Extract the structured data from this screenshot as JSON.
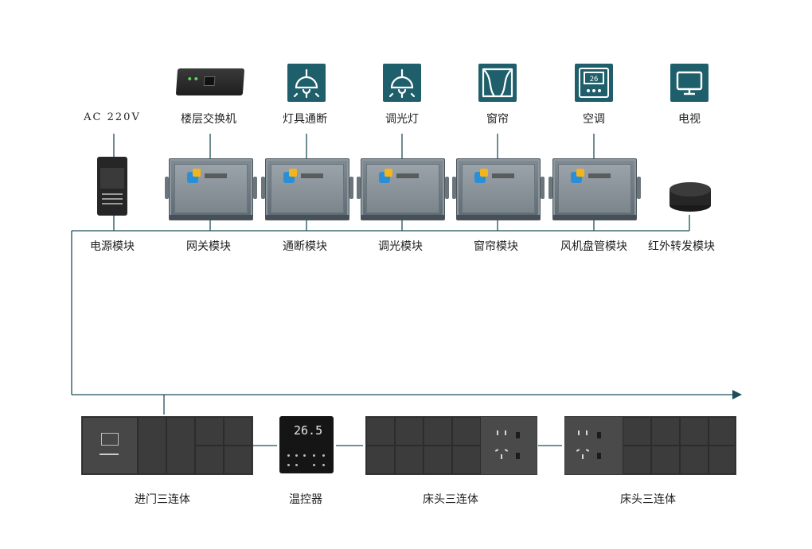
{
  "power_label": "AC 220V",
  "top_labels": [
    "楼层交换机",
    "灯具通断",
    "调光灯",
    "窗帘",
    "空调",
    "电视"
  ],
  "module_labels": [
    "电源模块",
    "网关模块",
    "通断模块",
    "调光模块",
    "窗帘模块",
    "风机盘管模块",
    "红外转发模块"
  ],
  "panel_labels": [
    "进门三连体",
    "温控器",
    "床头三连体",
    "床头三连体"
  ],
  "thermostat_reading": "26.5",
  "icons": [
    "network-switch",
    "ceiling-lamp-icon",
    "ceiling-lamp-icon",
    "curtain-icon",
    "thermostat-icon",
    "tv-icon"
  ],
  "colors": {
    "icon_tile": "#1f5f6b",
    "wire": "#1f4e5a",
    "panel": "#4a4a4a"
  }
}
